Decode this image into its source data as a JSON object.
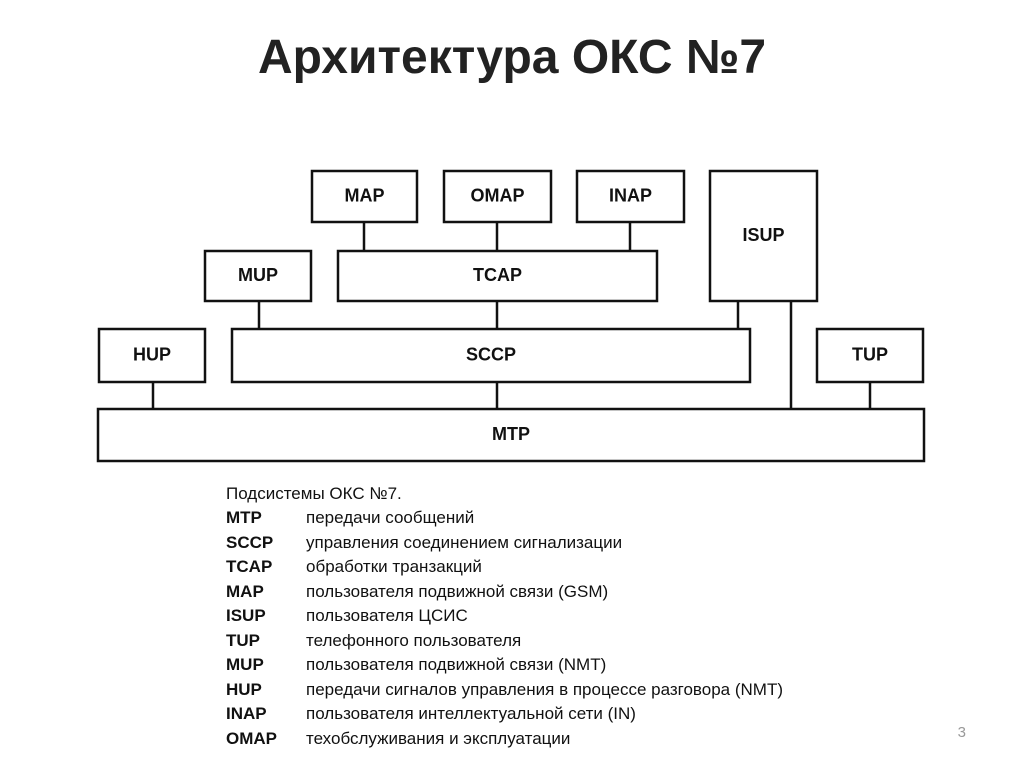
{
  "title": "Архитектура ОКС №7",
  "diagram": {
    "boxes": {
      "map": "MAP",
      "omap": "OMAP",
      "inap": "INAP",
      "isup": "ISUP",
      "mup": "MUP",
      "tcap": "TCAP",
      "hup": "HUP",
      "sccp": "SCCP",
      "tup": "TUP",
      "mtp": "MTP"
    }
  },
  "legend": {
    "heading": "Подсистемы ОКС №7.",
    "items": [
      {
        "abbr": "MTP",
        "desc": "передачи сообщений"
      },
      {
        "abbr": "SCCP",
        "desc": "управления  соединением сигнализации"
      },
      {
        "abbr": "TCAP",
        "desc": "обработки транзакций"
      },
      {
        "abbr": "MAP",
        "desc": "пользователя подвижной связи (GSM)"
      },
      {
        "abbr": "ISUP",
        "desc": "пользователя ЦСИС"
      },
      {
        "abbr": "TUP",
        "desc": "телефонного пользователя"
      },
      {
        "abbr": "MUP",
        "desc": "пользователя подвижной связи (NMT)"
      },
      {
        "abbr": "HUP",
        "desc": "передачи сигналов управления в процессе разговора (NMT)"
      },
      {
        "abbr": "INAP",
        "desc": "пользователя интеллектуальной сети (IN)"
      },
      {
        "abbr": "OMAP",
        "desc": "техобслуживания и эксплуатации"
      }
    ]
  },
  "page_number": "3"
}
